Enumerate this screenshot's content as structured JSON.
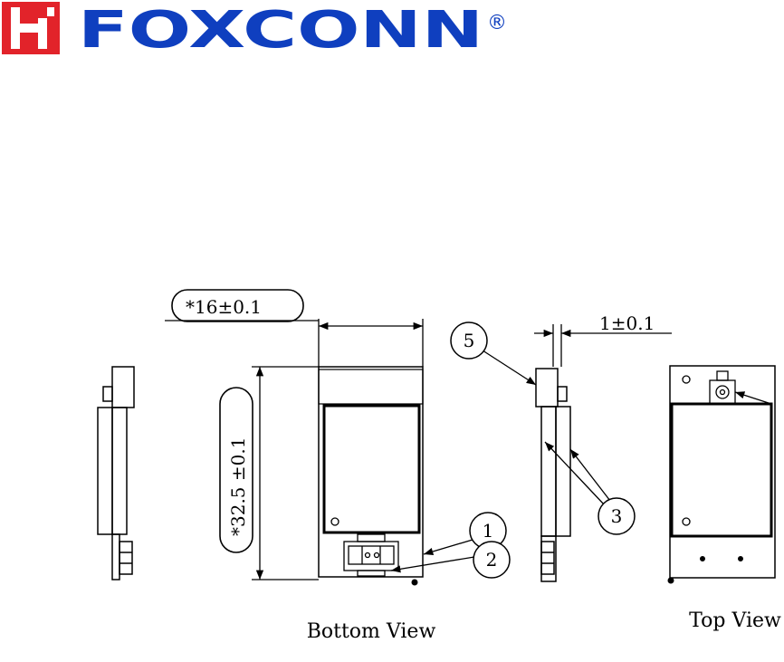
{
  "logo": {
    "wordmark": "FOXCONN",
    "registered_mark": "®",
    "icon_letter": "h",
    "red": "#e2232a",
    "blue": "#0f3fbf"
  },
  "dimensions": {
    "width": "*16±0.1",
    "height": "*32.5 ±0.1",
    "thickness": "1±0.1"
  },
  "callouts": [
    "1",
    "2",
    "3",
    "5"
  ],
  "views": {
    "bottom": "Bottom View",
    "top": "Top View"
  }
}
